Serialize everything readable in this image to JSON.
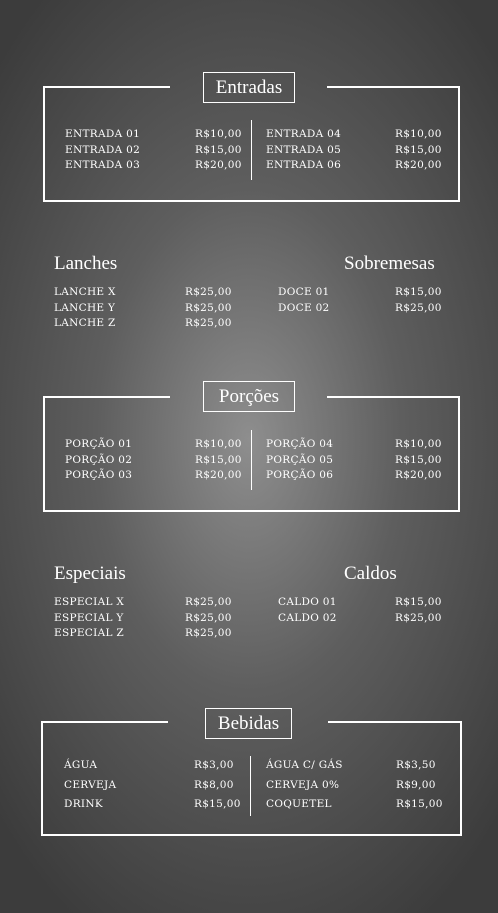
{
  "entradas": {
    "title": "Entradas",
    "left": [
      {
        "name": "ENTRADA 01",
        "price": "R$10,00"
      },
      {
        "name": "ENTRADA 02",
        "price": "R$15,00"
      },
      {
        "name": "ENTRADA 03",
        "price": "R$20,00"
      }
    ],
    "right": [
      {
        "name": "ENTRADA 04",
        "price": "R$10,00"
      },
      {
        "name": "ENTRADA 05",
        "price": "R$15,00"
      },
      {
        "name": "ENTRADA 06",
        "price": "R$20,00"
      }
    ]
  },
  "lanches": {
    "title": "Lanches",
    "items": [
      {
        "name": "LANCHE X",
        "price": "R$25,00"
      },
      {
        "name": "LANCHE Y",
        "price": "R$25,00"
      },
      {
        "name": "LANCHE Z",
        "price": "R$25,00"
      }
    ]
  },
  "sobremesas": {
    "title": "Sobremesas",
    "items": [
      {
        "name": "DOCE 01",
        "price": "R$15,00"
      },
      {
        "name": "DOCE 02",
        "price": "R$25,00"
      }
    ]
  },
  "porcoes": {
    "title": "Porções",
    "left": [
      {
        "name": "PORÇÃO 01",
        "price": "R$10,00"
      },
      {
        "name": "PORÇÃO 02",
        "price": "R$15,00"
      },
      {
        "name": "PORÇÃO 03",
        "price": "R$20,00"
      }
    ],
    "right": [
      {
        "name": "PORÇÃO 04",
        "price": "R$10,00"
      },
      {
        "name": "PORÇÃO 05",
        "price": "R$15,00"
      },
      {
        "name": "PORÇÃO 06",
        "price": "R$20,00"
      }
    ]
  },
  "especiais": {
    "title": "Especiais",
    "items": [
      {
        "name": "ESPECIAL X",
        "price": "R$25,00"
      },
      {
        "name": "ESPECIAL Y",
        "price": "R$25,00"
      },
      {
        "name": "ESPECIAL Z",
        "price": "R$25,00"
      }
    ]
  },
  "caldos": {
    "title": "Caldos",
    "items": [
      {
        "name": "CALDO 01",
        "price": "R$15,00"
      },
      {
        "name": "CALDO 02",
        "price": "R$25,00"
      }
    ]
  },
  "bebidas": {
    "title": "Bebidas",
    "left": [
      {
        "name": "ÁGUA",
        "price": "R$3,00"
      },
      {
        "name": "CERVEJA",
        "price": "R$8,00"
      },
      {
        "name": "DRINK",
        "price": "R$15,00"
      }
    ],
    "right": [
      {
        "name": "ÁGUA C/ GÁS",
        "price": "R$3,50"
      },
      {
        "name": "CERVEJA 0%",
        "price": "R$9,00"
      },
      {
        "name": "COQUETEL",
        "price": "R$15,00"
      }
    ]
  }
}
